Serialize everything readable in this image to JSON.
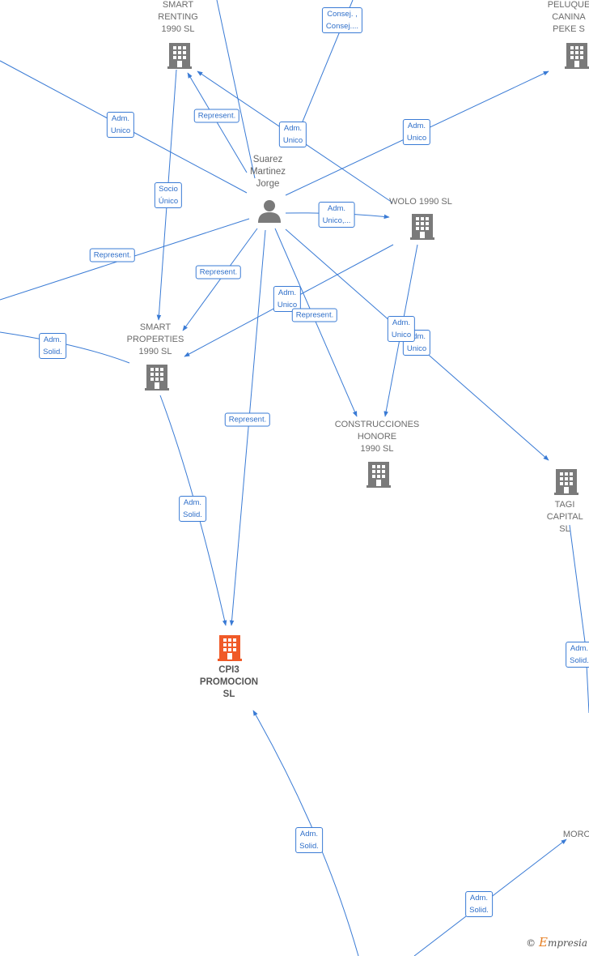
{
  "colors": {
    "edge": "#3a7bd5",
    "building": "#7a7a7a",
    "focus": "#f05a28",
    "person": "#7a7a7a"
  },
  "nodes": [
    {
      "id": "smart_renting",
      "label": "SMART\nRENTING\n1990  SL",
      "icon": "building-icon"
    },
    {
      "id": "peluqueria",
      "label": "PELUQUE\nCANINA\nPEKE  S",
      "icon": "building-icon"
    },
    {
      "id": "suarez",
      "label": "Suarez\nMartinez\nJorge",
      "icon": "person-icon"
    },
    {
      "id": "wolo",
      "label": "WOLO 1990  SL",
      "icon": "building-icon"
    },
    {
      "id": "smart_properties",
      "label": "SMART\nPROPERTIES\n1990  SL",
      "icon": "building-icon"
    },
    {
      "id": "construcciones",
      "label": "CONSTRUCCIONES\nHONORE\n1990  SL",
      "icon": "building-icon"
    },
    {
      "id": "tagi",
      "label": "TAGI\nCAPITAL  SL",
      "icon": "building-icon"
    },
    {
      "id": "cpi3",
      "label": "CPI3\nPROMOCION\nSL",
      "icon": "building-icon",
      "focus": true
    },
    {
      "id": "moro",
      "label": "MORO",
      "icon": "building-icon"
    }
  ],
  "edge_labels": [
    "Consej. ,\nConsej....",
    "Adm.\nUnico",
    "Represent.",
    "Adm.\nUnico",
    "Adm.\nUnico",
    "Socio\nÚnico",
    "Adm.\nUnico,...",
    "Represent.",
    "Represent.",
    "Adm.\nUnico",
    "Represent.",
    "Adm.\nSolid.",
    "Adm.\nUnico",
    "Adm.\nUnico",
    "Represent.",
    "Adm.\nSolid.",
    "Adm.\nSolid.",
    "Adm.\nSolid.",
    "Adm.\nSolid."
  ],
  "brand": {
    "symbol": "©",
    "initial": "E",
    "rest": "mpresia"
  }
}
